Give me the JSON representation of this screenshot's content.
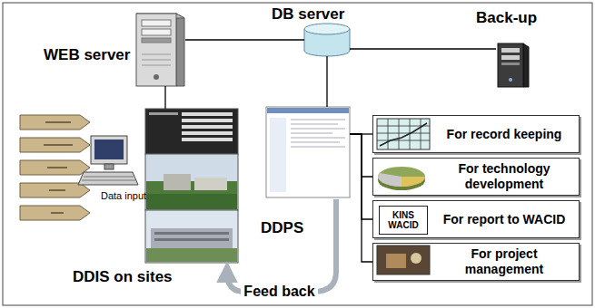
{
  "diagram": {
    "nodes": [
      {
        "text": [
          "WEB server"
        ]
      },
      {
        "text": [
          "DB server"
        ]
      },
      {
        "text": [
          "Back-up"
        ]
      },
      {
        "text": [
          "DDIS on sites"
        ]
      },
      {
        "text": [
          "DDPS"
        ]
      },
      {
        "text": [
          "For record keeping"
        ]
      },
      {
        "text": [
          "For technology development"
        ]
      },
      {
        "text": [
          "For report to WACID"
        ]
      },
      {
        "text": [
          "KINS WACID"
        ],
        "in": 7
      },
      {
        "text": [
          "For project management"
        ]
      }
    ],
    "edges": [
      {
        "from": 0,
        "to": 1,
        "arrow": "none"
      },
      {
        "from": 1,
        "to": 2,
        "arrow": "none"
      },
      {
        "from": 0,
        "to": 3,
        "arrow": "none"
      },
      {
        "from": 1,
        "to": 4,
        "arrow": "none"
      },
      {
        "from": 4,
        "to": 5,
        "arrow": "none"
      },
      {
        "from": 4,
        "to": 6,
        "arrow": "none"
      },
      {
        "from": 4,
        "to": 7,
        "arrow": "none"
      },
      {
        "from": 4,
        "to": 9,
        "arrow": "none"
      },
      {
        "from": 4,
        "to": 3,
        "label": "Feed back",
        "arrow": "to"
      }
    ],
    "labels": [
      "Data input"
    ]
  }
}
